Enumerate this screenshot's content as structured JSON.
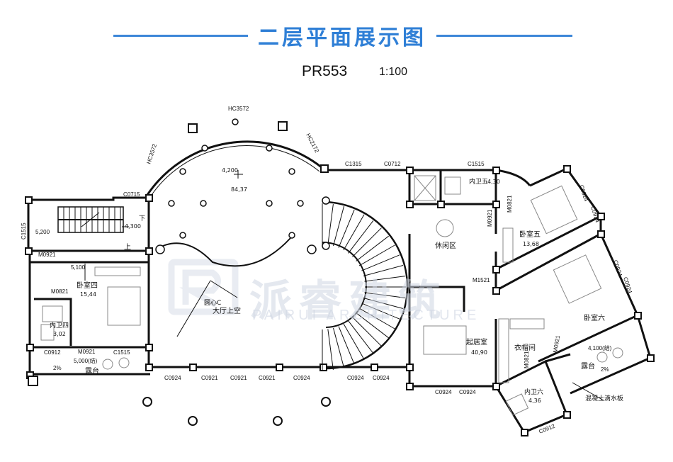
{
  "header": {
    "title": "二层平面展示图",
    "plan_code": "PR553",
    "scale": "1:100"
  },
  "watermark": {
    "brand": "派睿建筑",
    "sub": "PAIRUI ARCHITECTURE"
  },
  "colors": {
    "title_blue": "#2f7fd6",
    "line_blue": "#3c86d8",
    "wall": "#111111",
    "watermark": "#cfd6e3"
  },
  "rooms": {
    "hall_void": "大厅上空",
    "hall_level": "4,200",
    "hall_area": "84,37",
    "leisure": "休闲区",
    "living": "起居室",
    "living_area": "40,90",
    "bed4": "卧室四",
    "bed4_area": "15,44",
    "bed5": "卧室五",
    "bed5_area": "13,68",
    "bed6": "卧室六",
    "bath4": "内卫四",
    "bath4_area": "3,02",
    "bath5": "内卫五",
    "bath5_area": "4,30",
    "bath6": "内卫六",
    "bath6_area": "4,36",
    "closet": "衣帽间",
    "terrace_left": "露台",
    "terrace_right": "露台",
    "center_mark": "圆心C",
    "slab_note": "混凝土滴水板"
  },
  "stair": {
    "up": "上",
    "down": "下",
    "level": "4,300"
  },
  "labels": {
    "hc3572_top": "HC3572",
    "hc3572_left": "HC3572",
    "hc2172": "HC2172",
    "c1315": "C1315",
    "c0712": "C0712",
    "c1515_top": "C1515",
    "c0715": "C0715",
    "c1515_left": "C1515",
    "m0921_left": "M0921",
    "dim_5200": "5,200",
    "dim_5100": "5,100",
    "m0821_left": "M0821",
    "c0912": "C0912",
    "m0921_bottom": "M0921",
    "c1515_bottom": "C1515",
    "terrace_level_left": "5,000(结)",
    "slope_left": "2%",
    "c0924_a": "C0924",
    "c0921_a": "C0921",
    "c0921_b": "C0921",
    "c0921_c": "C0921",
    "c0924_b": "C0924",
    "c0924_c": "C0924",
    "c0924_d": "C0924",
    "c0924_e": "C0924",
    "c0924_f": "C0924",
    "m0921_mid": "M0921",
    "m0821_bed5": "M0821",
    "m1521": "M1521",
    "m0821_closet": "M0821",
    "m0921_closet": "M0921",
    "terrace_level_right": "4,100(结)",
    "slope_right": "2%",
    "c0924_r1": "C0924",
    "c0924_r2": "C0924",
    "c0924_r3": "C0924",
    "c0924_r4": "C0924",
    "c0912_r": "C0912"
  }
}
